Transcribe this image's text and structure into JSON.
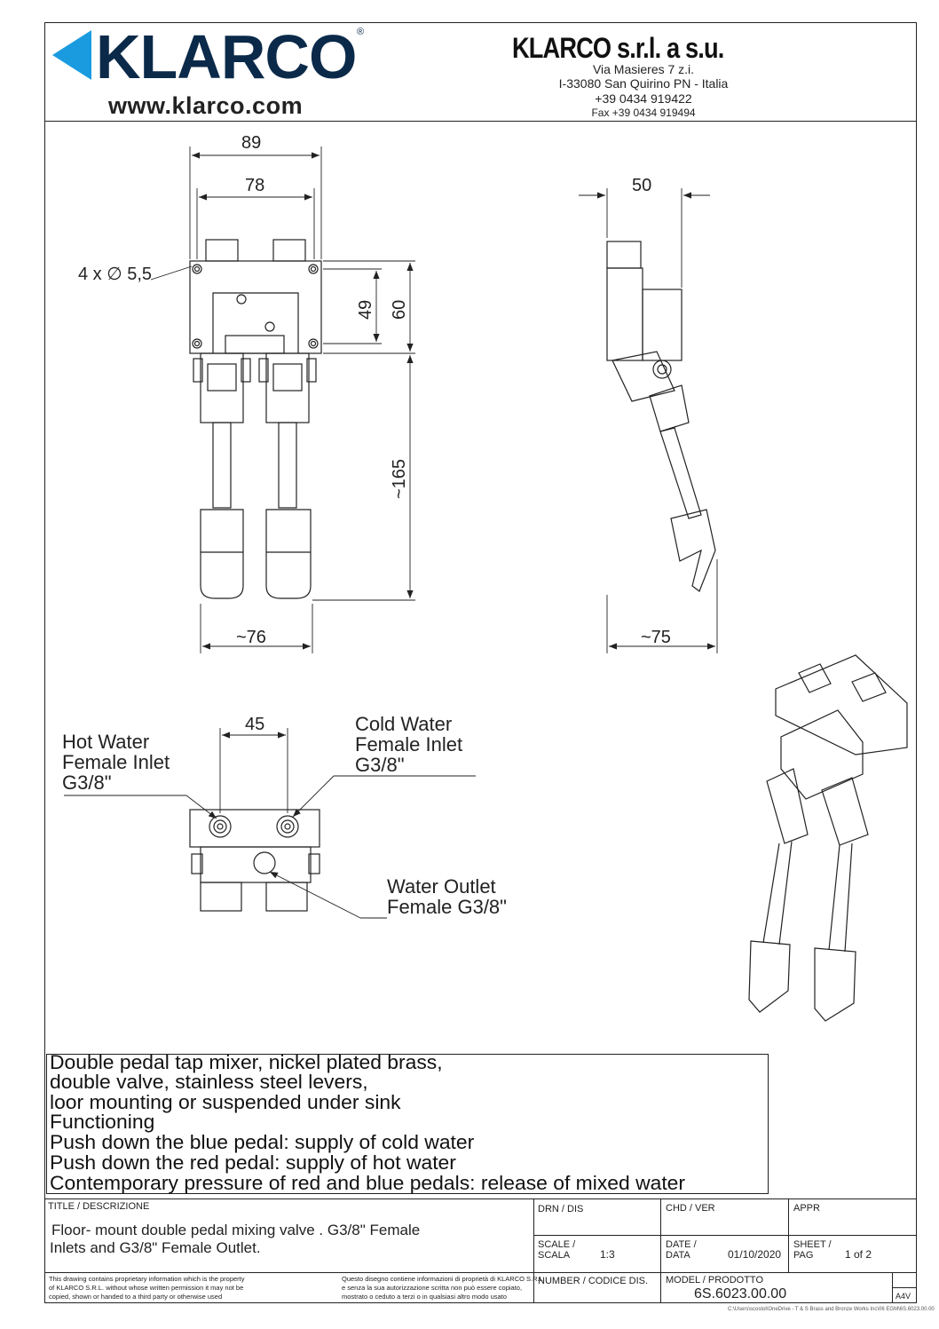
{
  "header": {
    "logo_text": "KLARCO",
    "logo_registered": "®",
    "website": "www.klarco.com",
    "company": "KLARCO s.r.l. a s.u.",
    "address_lines": [
      "Via Masieres 7 z.i.",
      "I-33080 San Quirino PN - Italia",
      "+39 0434 919422",
      "Fax  +39 0434 919494"
    ],
    "brand_color": "#1a9be0"
  },
  "dimensions": {
    "front_width_total": "89",
    "front_width_inner": "78",
    "holes": "4 x ∅ 5,5",
    "height_49": "49",
    "height_60": "60",
    "height_165": "~165",
    "pedal_width": "~76",
    "side_depth_50": "50",
    "side_depth_75": "~75",
    "inlet_spacing": "45"
  },
  "callouts": {
    "hot_inlet": [
      "Hot Water",
      "Female Inlet",
      "G3/8\""
    ],
    "cold_inlet": [
      "Cold Water",
      "Female Inlet",
      "G3/8\""
    ],
    "outlet": [
      "Water Outlet",
      "Female G3/8\""
    ]
  },
  "description_lines": [
    "Double pedal tap mixer, nickel plated brass,",
    "double valve, stainless steel levers,",
    "loor mounting or suspended under sink",
    "Functioning",
    "Push down the blue pedal: supply of cold water",
    "Push down the red pedal: supply of hot water",
    "Contemporary pressure of red and blue pedals: release of mixed water"
  ],
  "title_block": {
    "title_label": "TITLE / DESCRIZIONE",
    "title_value_1": " Floor- mount double pedal mixing valve . G3/8\" Female",
    "title_value_2": "Inlets and G3/8\" Female Outlet.",
    "drn_label": "DRN / DIS",
    "chd_label": "CHD / VER",
    "appr_label": "APPR",
    "scale_label_1": "SCALE /",
    "scale_label_2": "SCALA",
    "scale_value": "1:3",
    "date_label_1": "DATE /",
    "date_label_2": "DATA",
    "date_value": "01/10/2020",
    "sheet_label_1": "SHEET /",
    "sheet_label_2": "PAG",
    "sheet_value": "1 of 2",
    "number_label": "NUMBER / CODICE DIS.",
    "model_label": "MODEL / PRODOTTO",
    "model_value": "6S.6023.00.00",
    "paper_size": "A4V",
    "legal_en": [
      "This drawing contains proprietary information which is the property",
      "of KLARCO S.R.L. without whose written permission it may not be",
      "copied, shown or handed to a third party or otherwise used"
    ],
    "legal_it": [
      "Questo disegno contiene informazioni di proprietà di KLARCO S.R.L.",
      "e senza la sua autorizzazione scritta non può essere copiato,",
      "mostrato o ceduto a terzi o in qualsiasi altro modo usato"
    ],
    "file_path": "C:\\Users\\scostol\\OneDrive - T & S Brass and Bronze Works Inc\\06 EGM\\6S.6023.00.00"
  }
}
